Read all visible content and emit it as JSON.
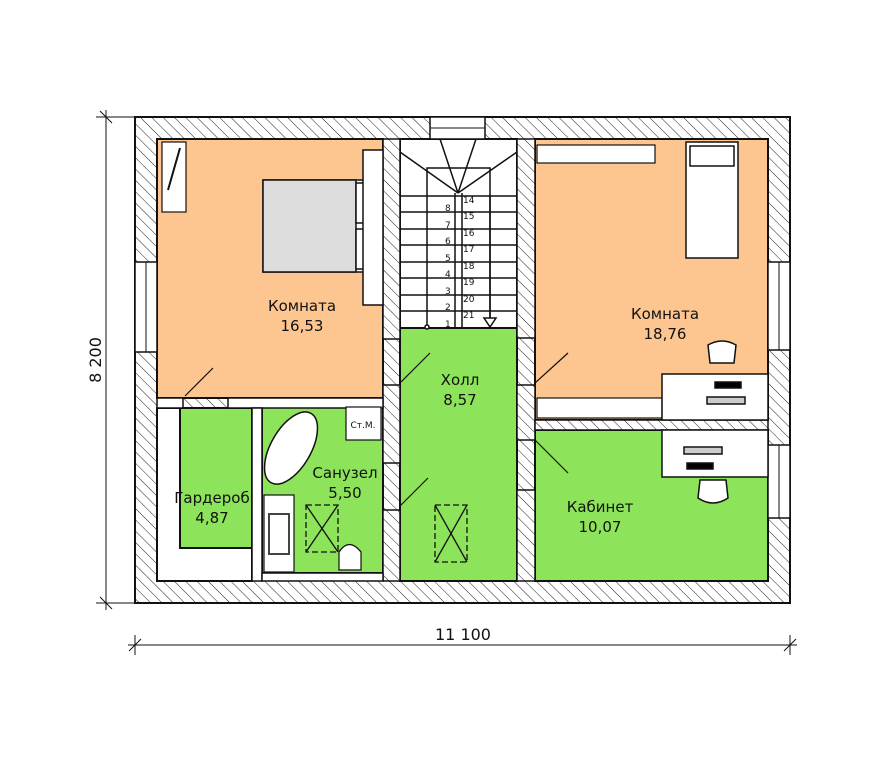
{
  "plan": {
    "rooms": [
      {
        "name": "Комната",
        "area": "16,53"
      },
      {
        "name": "Комната",
        "area": "18,76"
      },
      {
        "name": "Холл",
        "area": "8,57"
      },
      {
        "name": "Санузел",
        "area": "5,50"
      },
      {
        "name": "Гардероб",
        "area": "4,87"
      },
      {
        "name": "Кабинет",
        "area": "10,07"
      }
    ],
    "washing_machine_label": "Ст.М.",
    "stair_left_numbers": [
      "1",
      "2",
      "3",
      "4",
      "5",
      "6",
      "7",
      "8"
    ],
    "stair_right_numbers": [
      "14",
      "15",
      "16",
      "17",
      "18",
      "19",
      "20",
      "21"
    ],
    "dimensions": {
      "height": "8 200",
      "width": "11 100"
    }
  },
  "colors": {
    "bedroom": "#FDC590",
    "wet": "#8DE35A",
    "wall": "#222222"
  }
}
